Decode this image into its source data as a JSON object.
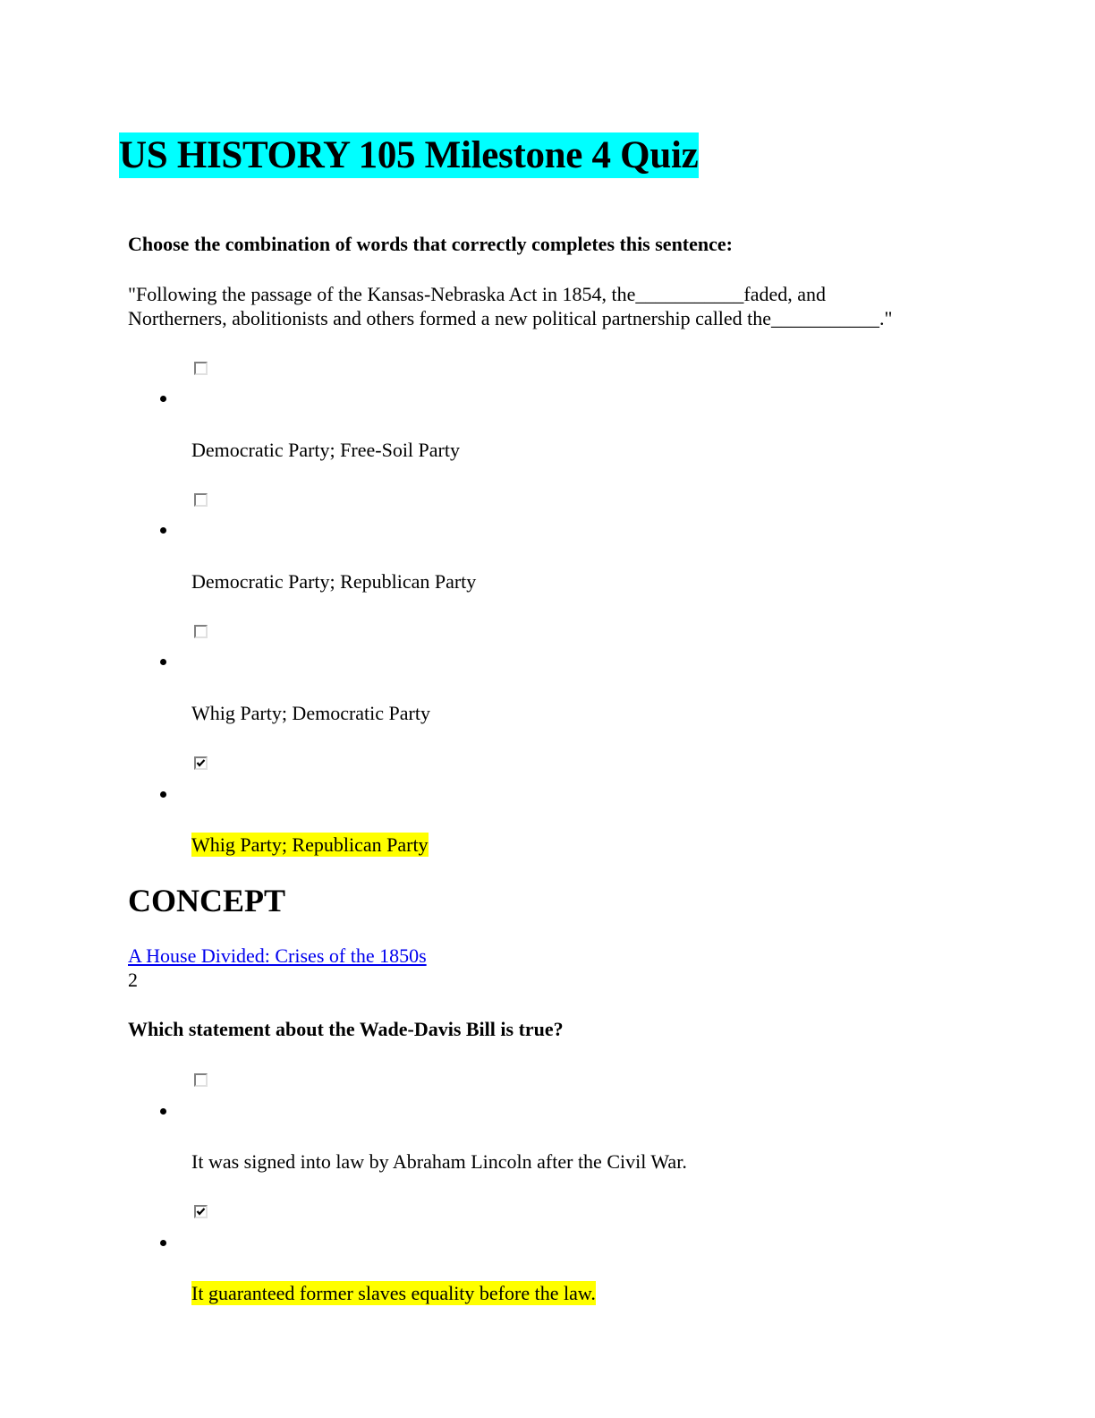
{
  "document": {
    "title": "US HISTORY 105 Milestone 4 Quiz",
    "title_highlight_color": "#00ffff",
    "answer_highlight_color": "#ffff00",
    "link_color": "#0000ee"
  },
  "question1": {
    "prompt": "Choose the combination of words that correctly completes this sentence:",
    "sentence_line1": "\"Following the passage of the Kansas-Nebraska Act in 1854, the___________faded, and",
    "sentence_line2": "Northerners, abolitionists and others formed a new political partnership called the___________.\"",
    "options": [
      {
        "label": "Democratic Party; Free-Soil Party",
        "checked": false,
        "highlighted": false
      },
      {
        "label": "Democratic Party; Republican Party",
        "checked": false,
        "highlighted": false
      },
      {
        "label": "Whig Party; Democratic Party",
        "checked": false,
        "highlighted": false
      },
      {
        "label": "Whig Party; Republican Party",
        "checked": true,
        "highlighted": true
      }
    ]
  },
  "concept": {
    "heading": "CONCEPT",
    "link": "A House Divided: Crises of the 1850s",
    "question_number": "2"
  },
  "question2": {
    "prompt": "Which statement about the Wade-Davis Bill is true?",
    "options": [
      {
        "label": "It was signed into law by Abraham Lincoln after the Civil War.",
        "checked": false,
        "highlighted": false
      },
      {
        "label": "It guaranteed former slaves equality before the law.",
        "checked": true,
        "highlighted": true
      }
    ]
  }
}
